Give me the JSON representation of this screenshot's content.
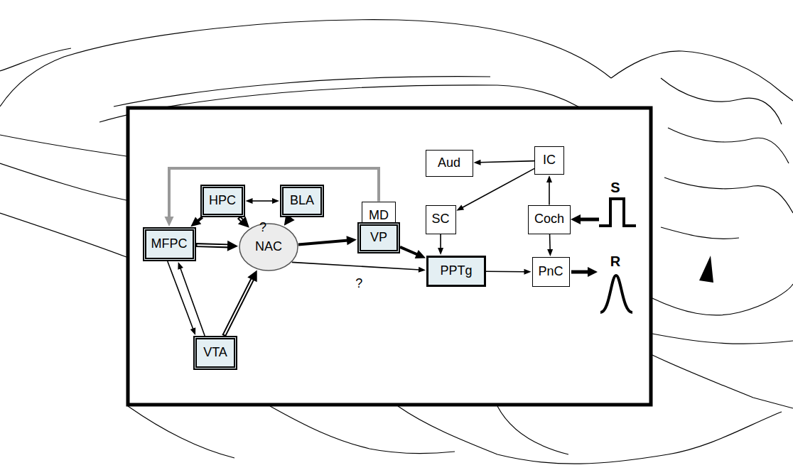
{
  "diagram": {
    "nodes": [
      {
        "text": [
          "Aud"
        ]
      },
      {
        "text": [
          "IC"
        ]
      },
      {
        "text": [
          "HPC"
        ]
      },
      {
        "text": [
          "BLA"
        ]
      },
      {
        "text": [
          "MD"
        ]
      },
      {
        "text": [
          "SC"
        ]
      },
      {
        "text": [
          "Coch"
        ]
      },
      {
        "text": [
          "MFPC"
        ]
      },
      {
        "text": [
          "NAC"
        ]
      },
      {
        "text": [
          "VP"
        ]
      },
      {
        "text": [
          "PPTg"
        ]
      },
      {
        "text": [
          "PnC"
        ]
      },
      {
        "text": [
          "VTA"
        ]
      }
    ],
    "edges": [
      {
        "from": 1,
        "to": 0,
        "arrow": "to"
      },
      {
        "from": 1,
        "to": 5,
        "arrow": "to"
      },
      {
        "from": 6,
        "to": 1,
        "arrow": "to"
      },
      {
        "from": 6,
        "to": 11,
        "arrow": "to"
      },
      {
        "from": 2,
        "to": 3,
        "arrow": "both"
      },
      {
        "from": 4,
        "to": 7,
        "arrow": "to"
      },
      {
        "from": 9,
        "to": 4,
        "arrow": "to"
      },
      {
        "from": 2,
        "to": 7,
        "arrow": "to"
      },
      {
        "from": 2,
        "to": 8,
        "arrow": "to"
      },
      {
        "from": 3,
        "to": 8,
        "arrow": "to"
      },
      {
        "from": 7,
        "to": 8,
        "arrow": "to"
      },
      {
        "from": 7,
        "to": 12,
        "arrow": "to"
      },
      {
        "from": 12,
        "to": 7,
        "arrow": "to"
      },
      {
        "from": 12,
        "to": 8,
        "arrow": "to"
      },
      {
        "from": 8,
        "to": 9,
        "arrow": "to"
      },
      {
        "from": 9,
        "to": 10,
        "arrow": "to"
      },
      {
        "from": 8,
        "to": 10,
        "arrow": "to",
        "label": "?"
      },
      {
        "from": 5,
        "to": 10,
        "arrow": "to"
      },
      {
        "from": 10,
        "to": 11,
        "arrow": "to"
      }
    ],
    "labels": [
      "?",
      "S",
      "R"
    ]
  }
}
